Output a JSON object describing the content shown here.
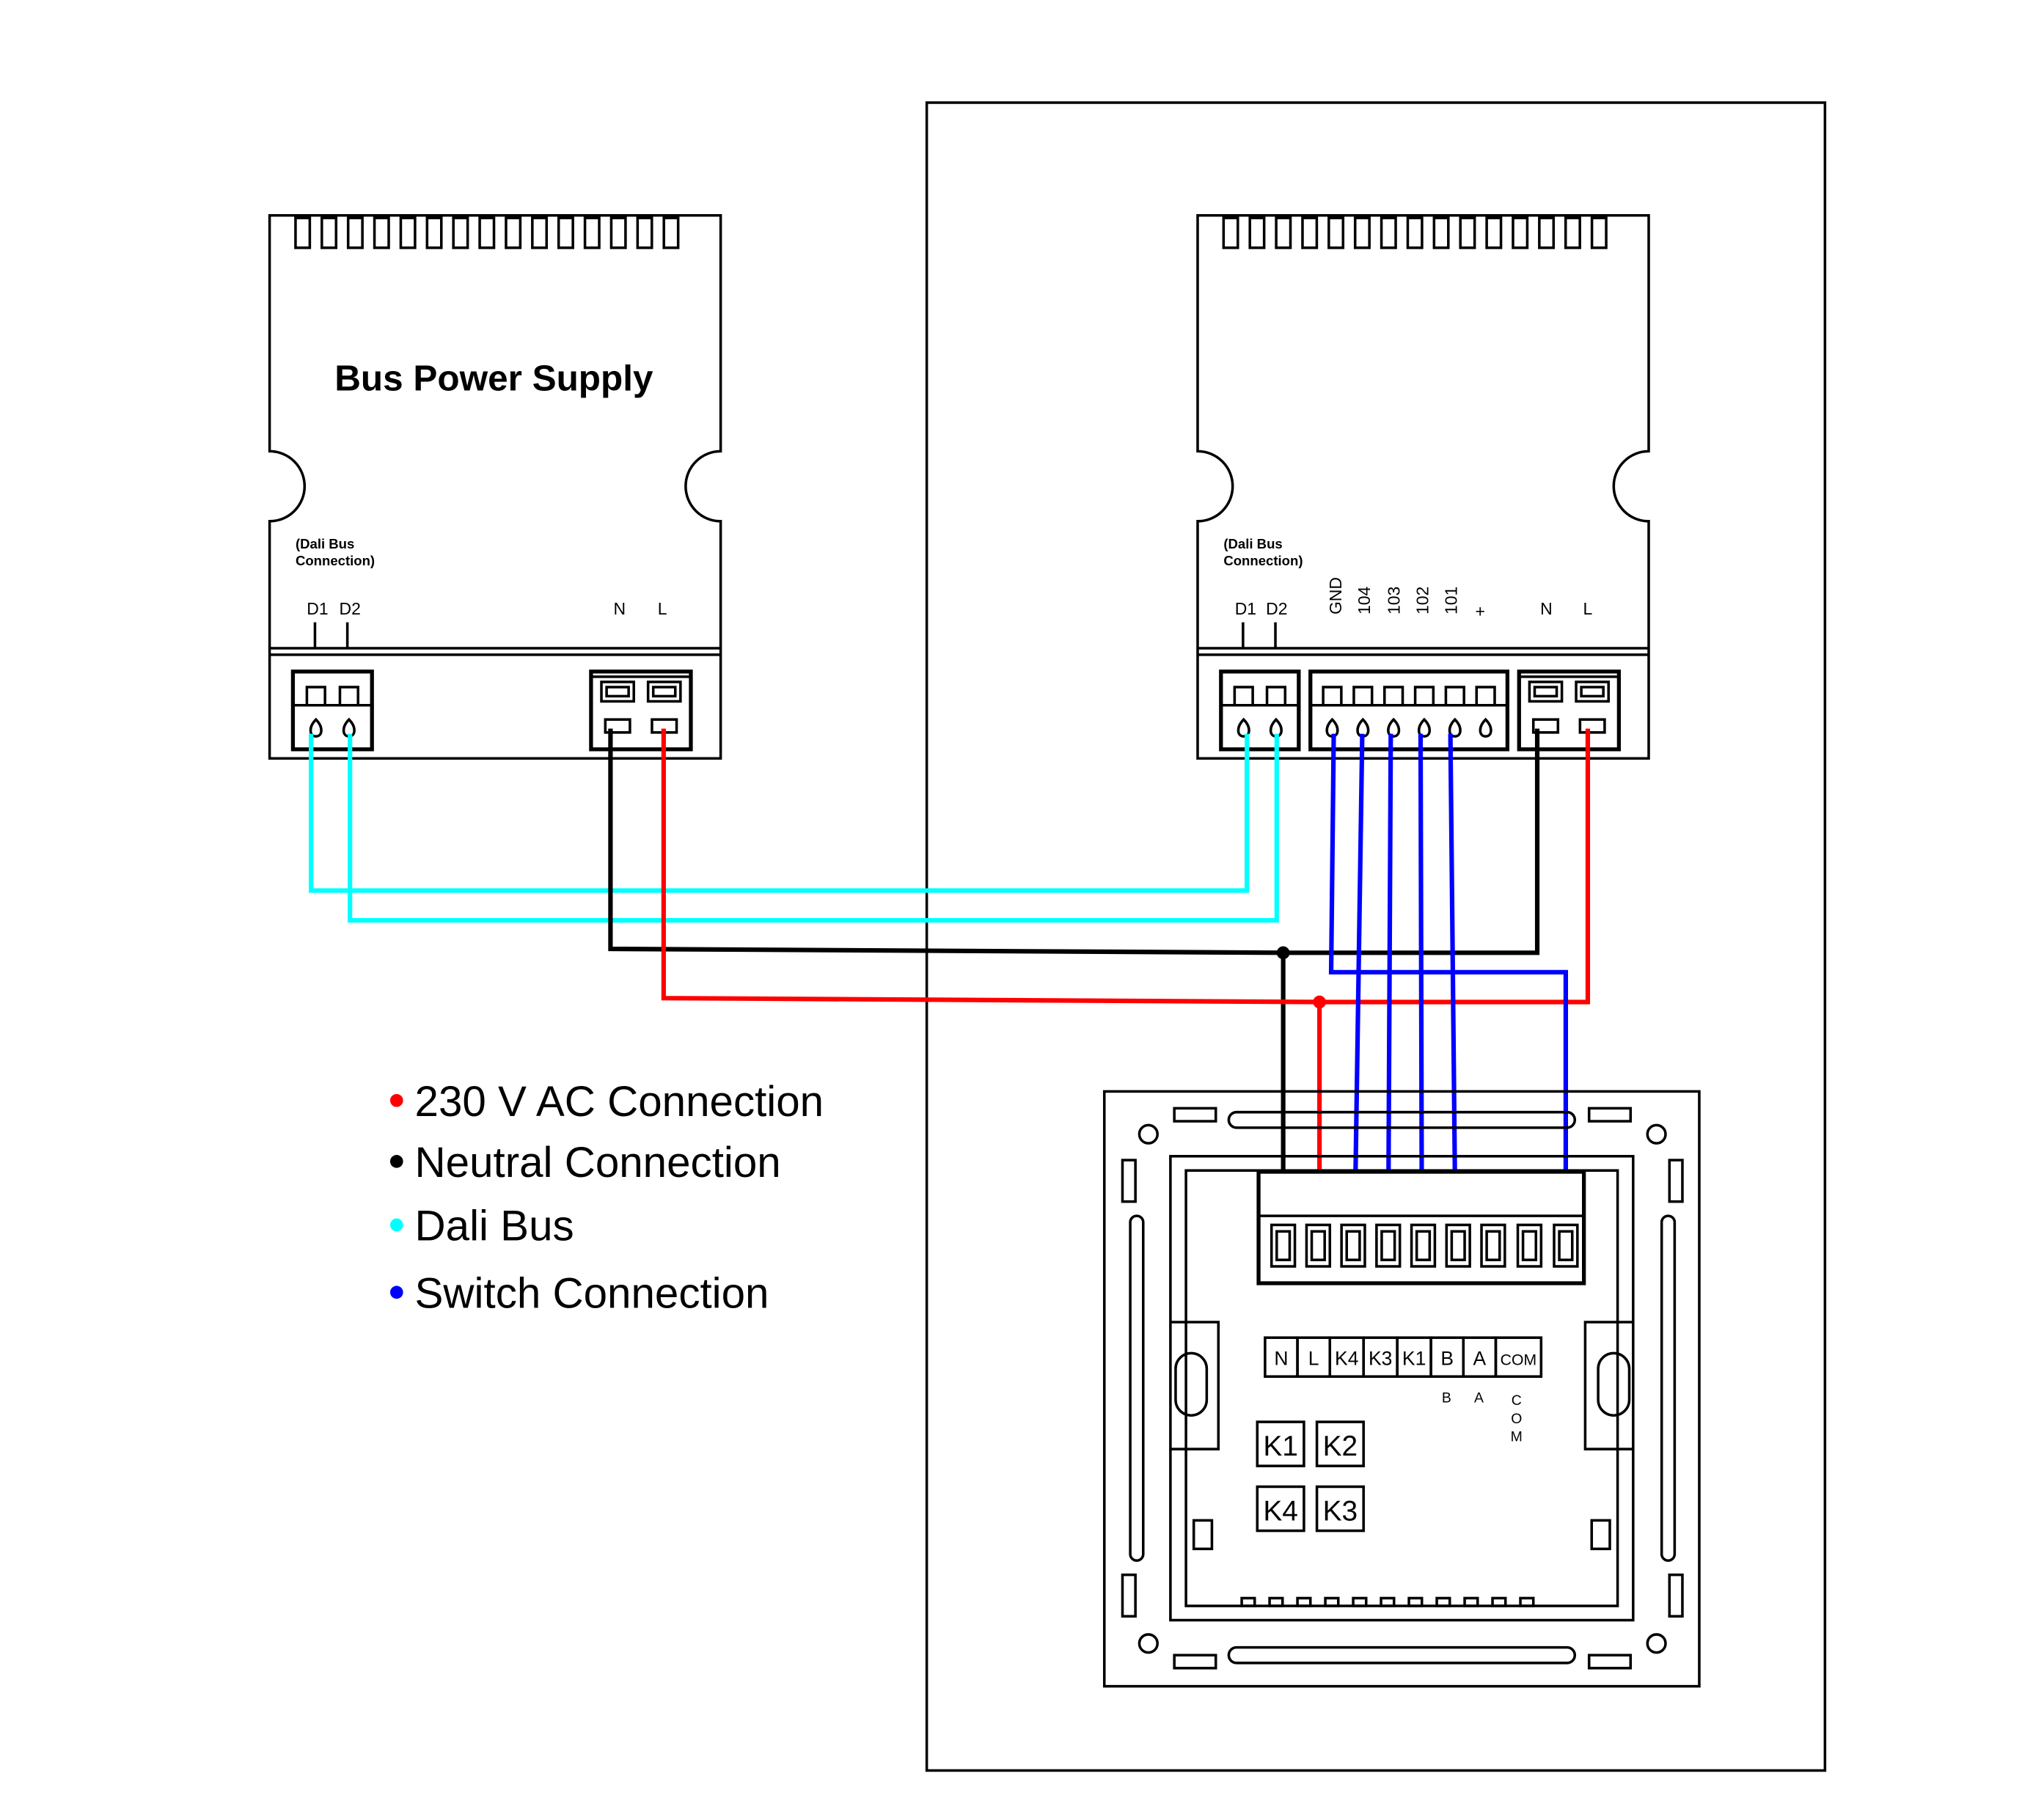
{
  "colors": {
    "ac": "#ff0000",
    "neutral": "#000000",
    "dali": "#00ffff",
    "switch": "#0000ff"
  },
  "psu": {
    "title": "Bus Power Supply",
    "dali_line1": "(Dali Bus",
    "dali_line2": "Connection)",
    "d1": "D1",
    "d2": "D2",
    "n": "N",
    "l": "L"
  },
  "gateway": {
    "dali_line1": "(Dali Bus",
    "dali_line2": "Connection)",
    "d1": "D1",
    "d2": "D2",
    "inputs": [
      "GND",
      "104",
      "103",
      "102",
      "101",
      "+"
    ],
    "n": "N",
    "l": "L"
  },
  "legend": [
    {
      "label": "230 V AC Connection",
      "color": "#ff0000"
    },
    {
      "label": "Neutral Connection",
      "color": "#000000"
    },
    {
      "label": "Dali Bus",
      "color": "#00ffff"
    },
    {
      "label": "Switch Connection",
      "color": "#0000ff"
    }
  ],
  "panel": {
    "terminals": [
      "N",
      "L",
      "K4",
      "K3",
      "K1",
      "B",
      "A",
      "COM"
    ],
    "sub_b": "B",
    "sub_a": "A",
    "sub_com": [
      "C",
      "O",
      "M"
    ],
    "keys": [
      "K1",
      "K2",
      "K4",
      "K3"
    ]
  }
}
